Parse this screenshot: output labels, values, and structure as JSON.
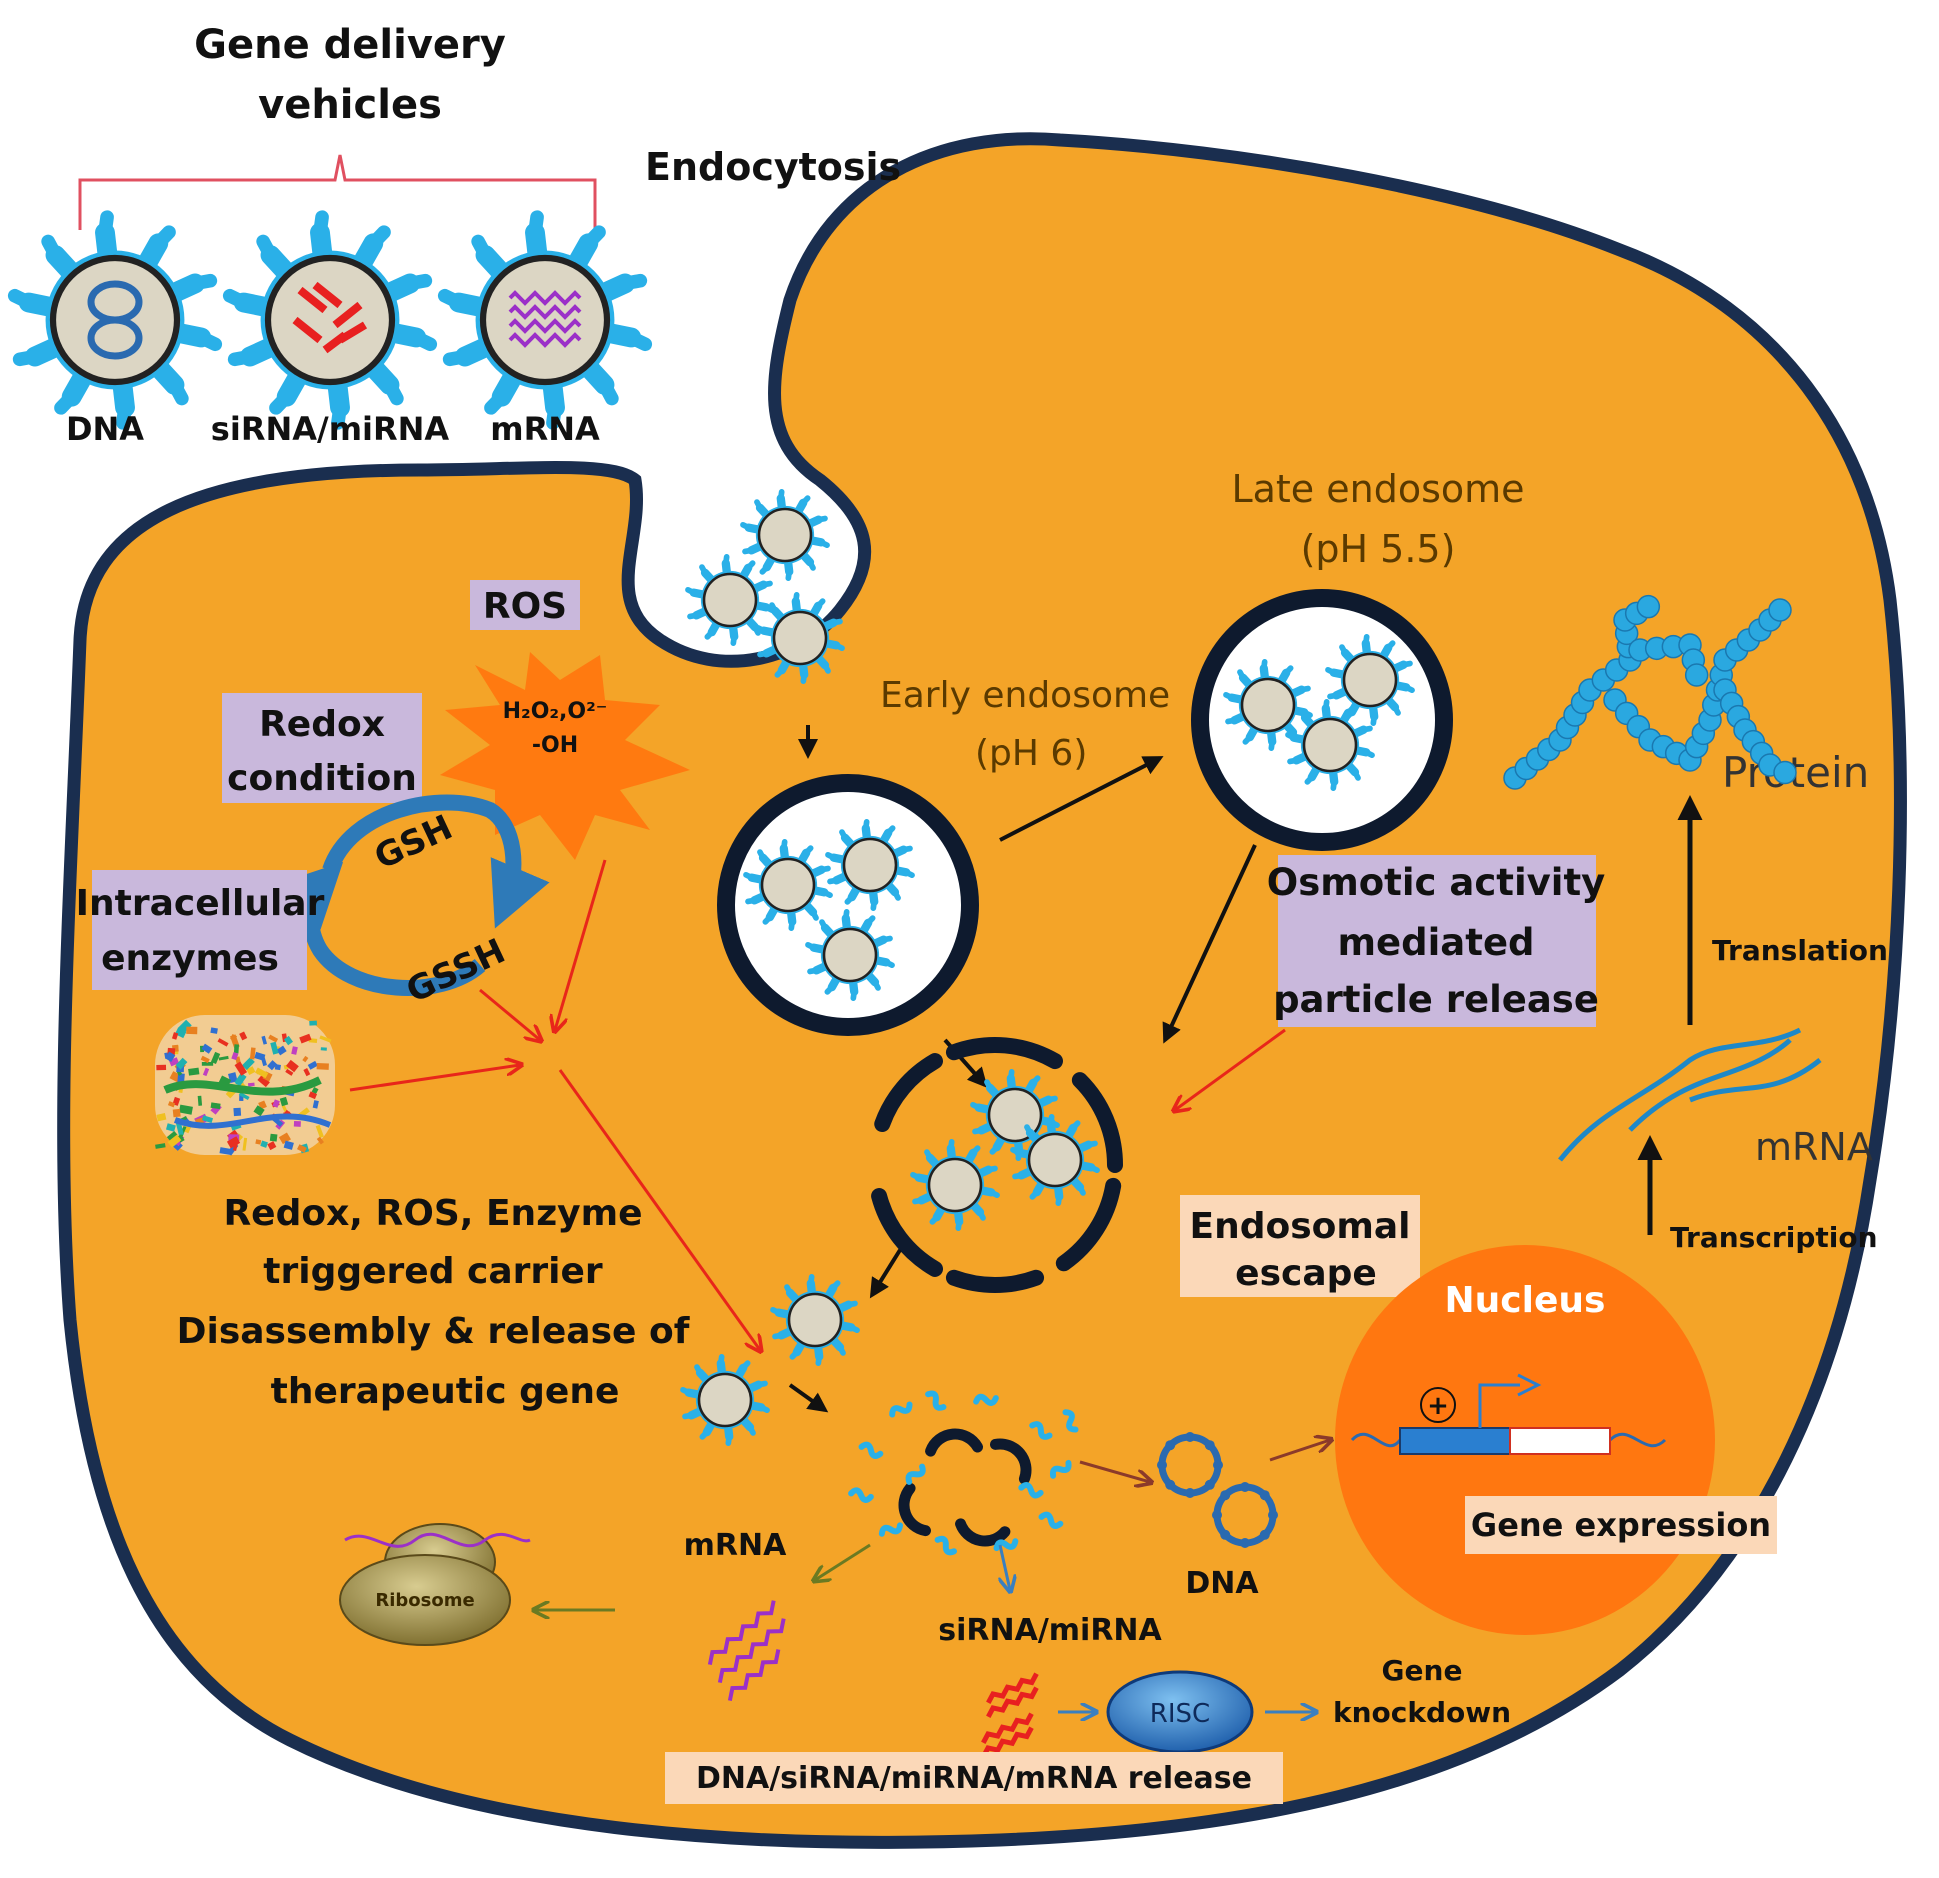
{
  "colors": {
    "page_bg": "#ffffff",
    "cell_fill": "#f4a428",
    "cell_border": "#1a2e4f",
    "vehicle_ring": "#2ab0e8",
    "vehicle_core": "#dcd6c4",
    "label_box": "#c9b8dc",
    "label_box_light": "#fbd8b8",
    "ros_burst": "#ff7a10",
    "nucleus": "#ff7710",
    "arrow_black": "#111111",
    "arrow_red": "#e8261a",
    "arrow_brown": "#8b3a2a",
    "arrow_olive": "#6b7a22",
    "arrow_blue": "#3a7fbf",
    "gsh_arrow": "#2e7ab8",
    "protein": "#2aa8e0",
    "mrna_strand": "#1e88c8",
    "sirna_red": "#e82020",
    "mrna_purple": "#9b30c8",
    "dna_blue": "#2a6ab0",
    "risc": "#2a7fd0",
    "ribosome": "#9a8a4a",
    "brace": "#e05060"
  },
  "header": {
    "title_line1": "Gene delivery",
    "title_line2": "vehicles"
  },
  "vehicles": [
    {
      "label": "DNA",
      "cargo_icon": "dna-coil-icon"
    },
    {
      "label": "siRNA/miRNA",
      "cargo_icon": "sirna-duplex-icon"
    },
    {
      "label": "mRNA",
      "cargo_icon": "mrna-wave-icon"
    }
  ],
  "labels": {
    "endocytosis": "Endocytosis",
    "ros": "ROS",
    "ros_species_line1": "H₂O₂,O²⁻",
    "ros_species_line2": "-OH",
    "redox_line1": "Redox",
    "redox_line2": "condition",
    "gsh": "GSH",
    "gssh": "GSSH",
    "enzymes_line1": "Intracellular",
    "enzymes_line2": "enzymes",
    "early_endosome_line1": "Early endosome",
    "early_endosome_line2": "(pH 6)",
    "late_endosome_line1": "Late endosome",
    "late_endosome_line2": "(pH 5.5)",
    "osmotic_line1": "Osmotic activity",
    "osmotic_line2": "mediated",
    "osmotic_line3": "particle release",
    "endosomal_escape_line1": "Endosomal",
    "endosomal_escape_line2": "escape",
    "trigger_line1": "Redox, ROS, Enzyme",
    "trigger_line2": "triggered carrier",
    "trigger_line3": "Disassembly & release of",
    "trigger_line4": "therapeutic gene",
    "nucleus": "Nucleus",
    "gene_expression": "Gene expression",
    "plus_sign": "+",
    "transcription": "Transcription",
    "mrna_nuclear": "mRNA",
    "translation": "Translation",
    "protein": "Protein",
    "mrna_cargo": "mRNA",
    "sirna_cargo": "siRNA/miRNA",
    "dna_cargo": "DNA",
    "ribosome": "Ribosome",
    "risc": "RISC",
    "gene_knockdown_line1": "Gene",
    "gene_knockdown_line2": "knockdown",
    "release_caption": "DNA/siRNA/miRNA/mRNA release"
  }
}
